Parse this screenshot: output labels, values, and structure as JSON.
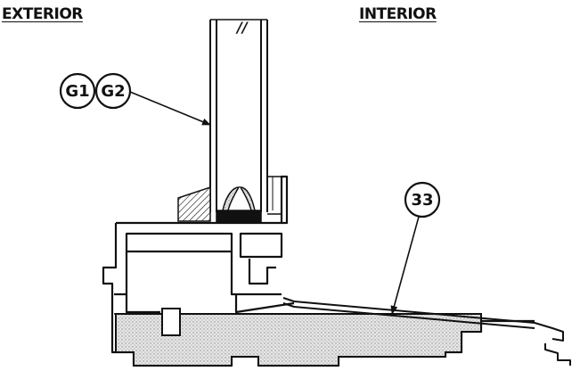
{
  "labels": {
    "exterior": "EXTERIOR",
    "interior": "INTERIOR"
  },
  "callouts": [
    {
      "id": "G1",
      "text": "G1"
    },
    {
      "id": "G2",
      "text": "G2"
    },
    {
      "id": "33",
      "text": "33"
    }
  ],
  "break_mark": "//",
  "colors": {
    "ink": "#111111",
    "fill_stipple": "#d9d9d9",
    "background": "#ffffff"
  }
}
